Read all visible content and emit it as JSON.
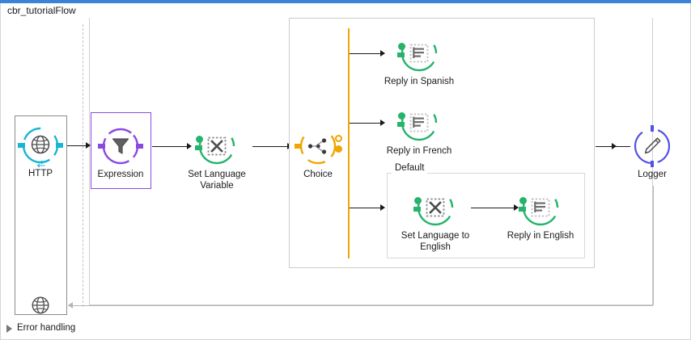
{
  "window": {
    "accent_bar_color": "#3a84d8",
    "flow_title": "cbr_tutorialFlow"
  },
  "palette": {
    "http_cyan": "#18b5d4",
    "expression_purple": "#8a4ae0",
    "green": "#26b36b",
    "amber": "#f0a500",
    "logger_blue": "#5252e8",
    "wire_black": "#1a1a1a",
    "wire_grey": "#b5b5b5",
    "box_grey": "#cccccc"
  },
  "groups": {
    "choice_group_label": "",
    "default_group_label": "Default"
  },
  "nodes": {
    "http": {
      "label": "HTTP",
      "icon": "globe-icon",
      "color": "#18b5d4"
    },
    "expression": {
      "label": "Expression",
      "icon": "filter-funnel-icon",
      "color": "#8a4ae0"
    },
    "set_language_variable": {
      "label": "Set Language\nVariable",
      "icon": "set-variable-icon",
      "color": "#26b36b"
    },
    "choice": {
      "label": "Choice",
      "icon": "branch-icon",
      "color": "#f0a500"
    },
    "reply_spanish": {
      "label": "Reply in Spanish",
      "icon": "transform-message-icon",
      "color": "#26b36b"
    },
    "reply_french": {
      "label": "Reply in French",
      "icon": "transform-message-icon",
      "color": "#26b36b"
    },
    "set_language_english": {
      "label": "Set Language to\nEnglish",
      "icon": "set-variable-icon",
      "color": "#26b36b"
    },
    "reply_english": {
      "label": "Reply in English",
      "icon": "transform-message-icon",
      "color": "#26b36b"
    },
    "logger": {
      "label": "Logger",
      "icon": "pencil-icon",
      "color": "#5252e8"
    },
    "error_source": {
      "label": "",
      "icon": "globe-icon",
      "color": "#4d4d4d"
    }
  },
  "footer": {
    "error_handling_label": "Error handling",
    "expand_icon": "triangle-right-icon"
  }
}
